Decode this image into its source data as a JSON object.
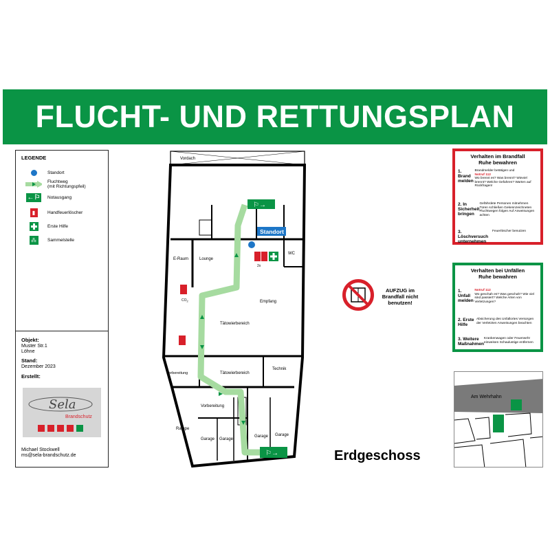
{
  "title": "FLUCHT- UND RETTUNGSPLAN",
  "colors": {
    "green": "#0a9445",
    "red": "#d8202a",
    "blue": "#1d76c7",
    "path": "#a6dba0"
  },
  "legend": {
    "title": "LEGENDE",
    "items": [
      {
        "icon": "location-dot-icon",
        "label": "Standort"
      },
      {
        "icon": "escape-route-arrow-icon",
        "label": "Fluchtweg",
        "label2": "(mit Richtungspfeil)"
      },
      {
        "icon": "emergency-exit-icon",
        "label": "Notausgang"
      },
      {
        "icon": "fire-extinguisher-icon",
        "label": "Handfeuerlöscher"
      },
      {
        "icon": "first-aid-icon",
        "label": "Erste Hilfe"
      },
      {
        "icon": "assembly-point-icon",
        "label": "Sammelstelle"
      }
    ],
    "object_label": "Objekt:",
    "object_line1": "Muster Str.1",
    "object_line2": "Löhne",
    "stand_label": "Stand:",
    "stand_value": "Dezember 2023",
    "created_label": "Erstellt:",
    "logo_text": "Sela",
    "logo_sub": "Brandschutz",
    "author": "Michael Stockwell",
    "email": "ms@sela-brandschutz.de"
  },
  "plan": {
    "rooms": [
      "Vordach",
      "E-Raum",
      "Lounge",
      "WC",
      "Empfang",
      "Tätowierbereich",
      "Tätowierbereich",
      "Technik",
      "Vorbereitung",
      "Vorbereitung",
      "Rampe",
      "Garage",
      "Garage",
      "Garage",
      "Garage"
    ],
    "standort_label": "Standort",
    "ext_count": "2x",
    "co2_label": "CO",
    "co2_sub": "2"
  },
  "fire_box": {
    "title1": "Verhalten im Brandfall",
    "title2": "Ruhe bewahren",
    "r1k": "1. Brand melden",
    "r1a": "Brandmelder betätigen und",
    "r1b": "Notruf 112",
    "r1c": "Wo brennt es? Was brennt? Wieviel brennt? Welche Gefahren? Warten auf Rückfragen!",
    "r2k": "2. In Sicherheit bringen",
    "r2v": "Gefährdete Personen mitnehmen Türen schließen Gekennzeichneten Fluchtwegen folgen Auf Anweisungen achten",
    "r3k": "3. Löschversuch unternehmen",
    "r3v": "Feuerlöscher benutzen"
  },
  "accident_box": {
    "title1": "Verhalten bei Unfällen",
    "title2": "Ruhe bewahren",
    "r1k": "1. Unfall melden",
    "r1a": "Notruf 112",
    "r1b": "Wo geschah es? Was geschah? Wie viel sind passiert? Welche Arten von Verletzungen?",
    "r2k": "2. Erste Hilfe",
    "r2v": "Absicherung des Unfallortes Versorgen der Verletzten Anweisungen beachten",
    "r3k": "3. Weitere Maßnahmen",
    "r3v": "Krankenwagen oder Feuerwehr einweisen Schaulustige entfernen"
  },
  "elevator_warning": {
    "line1": "AUFZUG im",
    "line2": "Brandfall nicht",
    "line3": "benutzen!"
  },
  "floor_name": "Erdgeschoss",
  "minimap": {
    "street": "Am Wehrhahn"
  }
}
